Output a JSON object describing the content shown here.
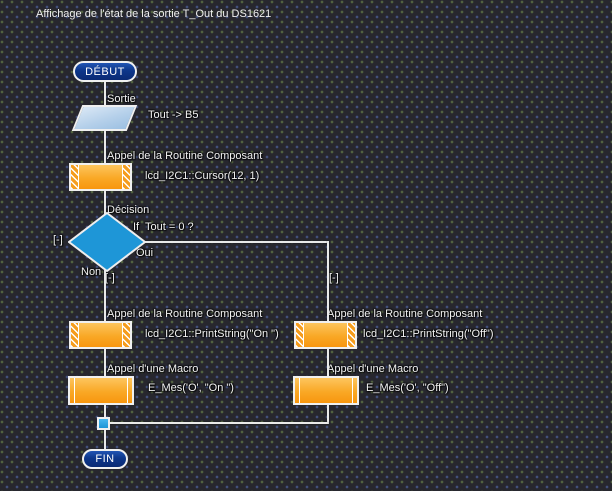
{
  "title": "Affichage de l'état de la sortie T_Out du DS1621",
  "colors": {
    "background": "#27272e",
    "line": "#e9e9e9",
    "terminator_fill": "#0d368a",
    "io_fill": "#b5d0ea",
    "call_fill": "#f9a826",
    "decision_fill": "#1e96d7",
    "junction_fill": "#2aa2e2"
  },
  "nodes": {
    "start": {
      "label": "DÉBUT"
    },
    "output": {
      "type_label": "Sortie",
      "expression": "Tout -> B5"
    },
    "cursor_call": {
      "type_label": "Appel de la Routine Composant",
      "code": "lcd_I2C1::Cursor(12, 1)"
    },
    "decision": {
      "type_label": "Décision",
      "condition": "If  Tout = 0 ?",
      "yes_label": "Oui",
      "no_label": "Non",
      "collapse_left": "[-]",
      "collapse_no": "[-]",
      "collapse_yes": "[-]"
    },
    "print_on": {
      "type_label": "Appel de la Routine Composant",
      "code": "lcd_I2C1::PrintString(\"On \")"
    },
    "macro_on": {
      "type_label": "Appel d'une Macro",
      "code": "E_Mes('O', \"On \")"
    },
    "print_off": {
      "type_label": "Appel de la Routine Composant",
      "code": "lcd_I2C1::PrintString(\"Off\")"
    },
    "macro_off": {
      "type_label": "Appel d'une Macro",
      "code": "E_Mes('O', \"Off\")"
    },
    "end": {
      "label": "FIN"
    }
  }
}
